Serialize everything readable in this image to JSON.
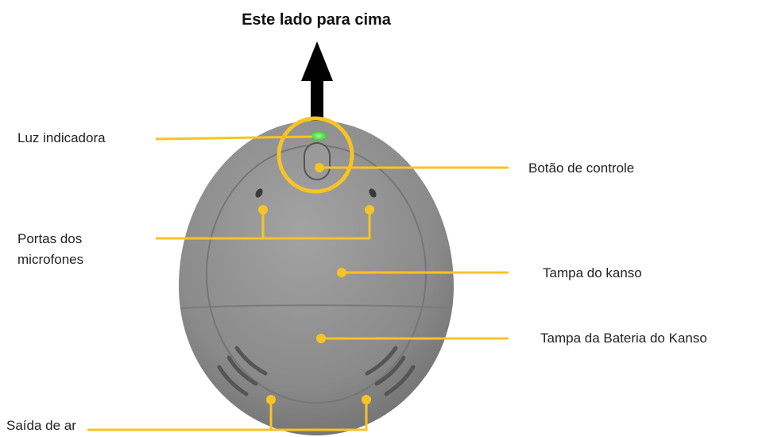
{
  "title": "Este lado para cima",
  "labels": {
    "indicator_light": "Luz indicadora",
    "microphone_ports_line1": "Portas dos",
    "microphone_ports_line2": "microfones",
    "control_button": "Botão de controle",
    "kanso_cover": "Tampa do kanso",
    "battery_cover": "Tampa da Bateria do Kanso",
    "air_outlet": "Saída de ar"
  },
  "colors": {
    "callout": "#f7c325",
    "device_body": "#8c8c8c",
    "device_dark": "#6e6e6e",
    "indicator_led": "#3dd13a",
    "arrow": "#000000",
    "text": "#222222"
  }
}
